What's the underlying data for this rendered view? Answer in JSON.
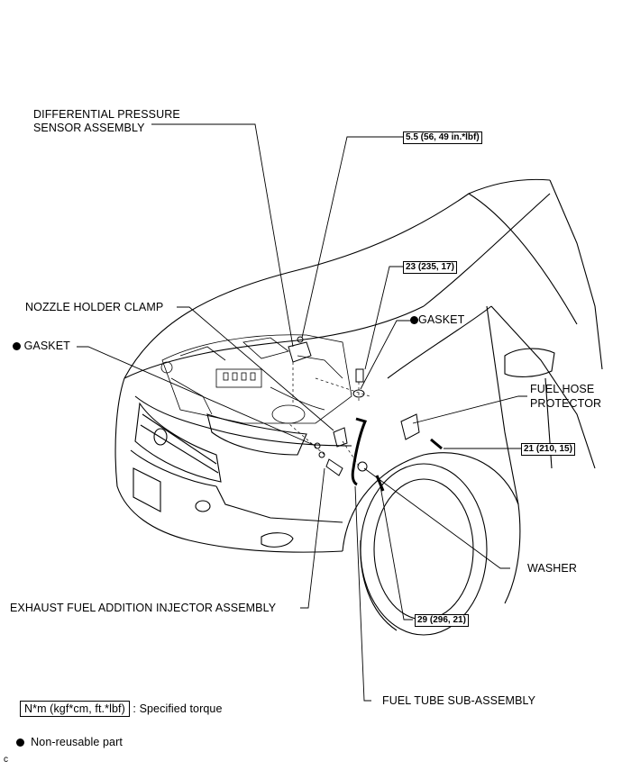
{
  "labels": {
    "dp_sensor_line1": "DIFFERENTIAL PRESSURE",
    "dp_sensor_line2": "SENSOR ASSEMBLY",
    "nozzle_holder_clamp": "NOZZLE HOLDER CLAMP",
    "gasket_left": "GASKET",
    "gasket_right": "GASKET",
    "fuel_hose_protector_line1": "FUEL HOSE",
    "fuel_hose_protector_line2": "PROTECTOR",
    "washer": "WASHER",
    "exhaust_injector": "EXHAUST FUEL ADDITION INJECTOR ASSEMBLY",
    "fuel_tube": "FUEL TUBE SUB-ASSEMBLY"
  },
  "torques": {
    "t1": "5.5 (56, 49 in.*lbf)",
    "t2": "23 (235, 17)",
    "t3": "21 (210, 15)",
    "t4": "29 (296, 21)"
  },
  "legend": {
    "torque_box": "N*m (kgf*cm, ft.*lbf)",
    "torque_text": ": Specified torque",
    "nonreusable_text": "Non-reusable part",
    "corner_mark": "c"
  }
}
